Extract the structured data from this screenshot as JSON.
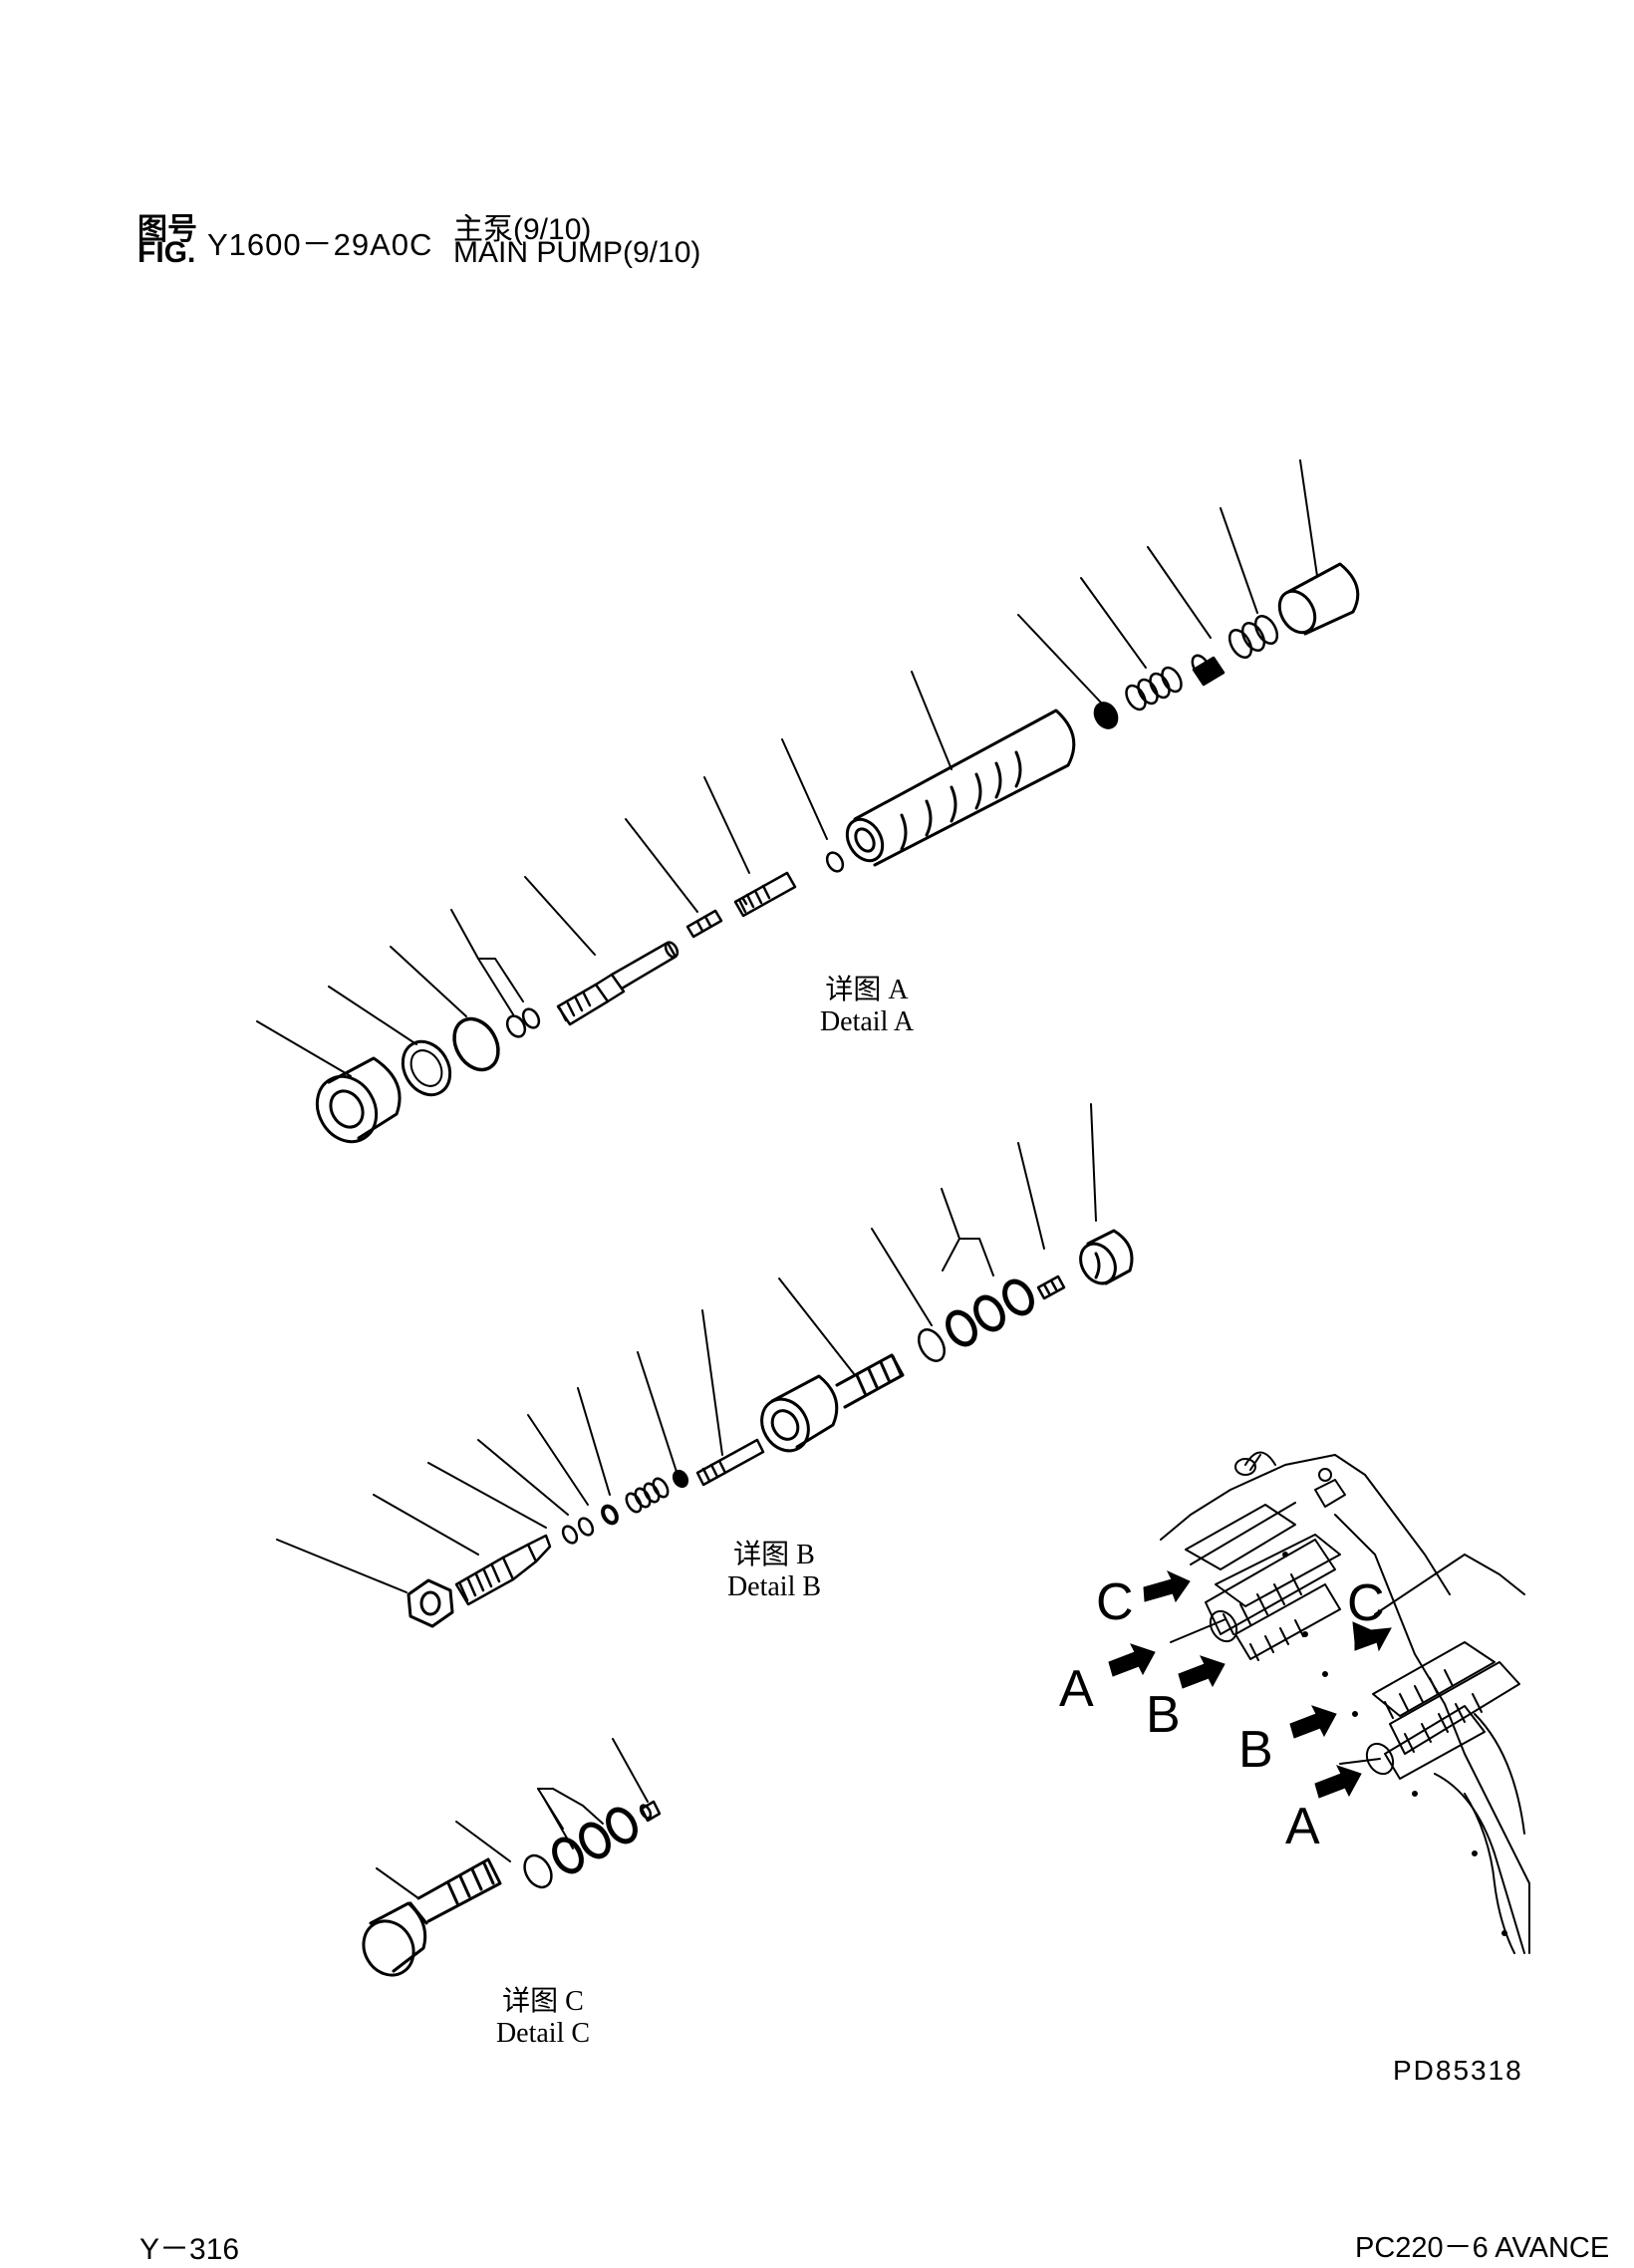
{
  "header": {
    "fig_zh": "图号",
    "fig_en": "FIG.",
    "fig_code": "Y1600－29A0C",
    "title_zh": "主泵(9/10)",
    "title_en": "MAIN PUMP(9/10)"
  },
  "details": {
    "a": {
      "zh": "详图 A",
      "en": "Detail A"
    },
    "b": {
      "zh": "详图 B",
      "en": "Detail B"
    },
    "c": {
      "zh": "详图 C",
      "en": "Detail C"
    }
  },
  "locator": {
    "callouts": [
      "C",
      "A",
      "B",
      "C",
      "B",
      "A"
    ]
  },
  "footer": {
    "image_code": "PD85318",
    "page_number": "Y－316",
    "model": "PC220－6 AVANCE"
  }
}
